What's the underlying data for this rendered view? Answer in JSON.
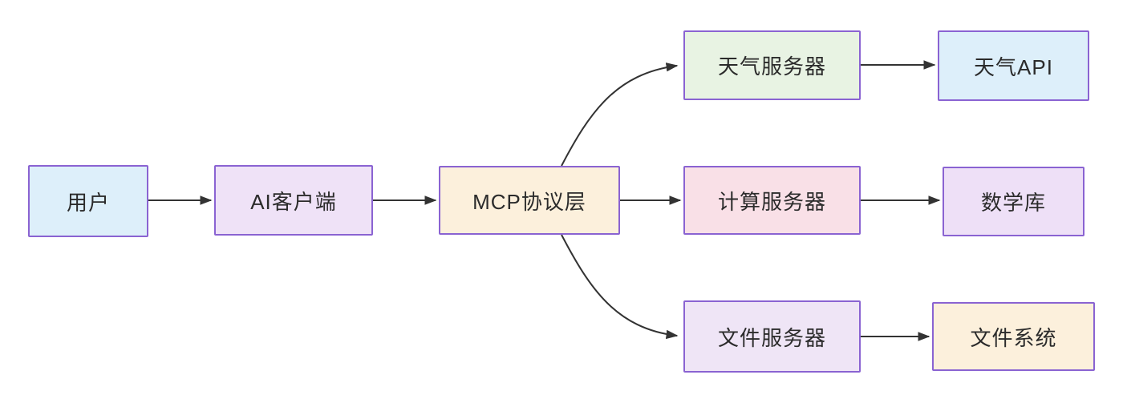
{
  "diagram": {
    "type": "flowchart",
    "direction": "left-to-right",
    "arrow_color": "#333333",
    "text_color": "#2b2b2b",
    "node_border_color": "#8a63d2",
    "nodes": [
      {
        "id": "user",
        "label": "用户",
        "bg": "#ddeffa",
        "border": "#8a63d2"
      },
      {
        "id": "ai-client",
        "label": "AI客户端",
        "bg": "#efe2f7",
        "border": "#8a63d2"
      },
      {
        "id": "mcp-layer",
        "label": "MCP协议层",
        "bg": "#fcf0dc",
        "border": "#8a63d2"
      },
      {
        "id": "weather-server",
        "label": "天气服务器",
        "bg": "#e8f3e3",
        "border": "#8a63d2"
      },
      {
        "id": "weather-api",
        "label": "天气API",
        "bg": "#ddeffa",
        "border": "#8a63d2"
      },
      {
        "id": "compute-server",
        "label": "计算服务器",
        "bg": "#f9e0e7",
        "border": "#8a63d2"
      },
      {
        "id": "math-lib",
        "label": "数学库",
        "bg": "#eee0f7",
        "border": "#8a63d2"
      },
      {
        "id": "file-server",
        "label": "文件服务器",
        "bg": "#efe5f6",
        "border": "#8a63d2"
      },
      {
        "id": "file-system",
        "label": "文件系统",
        "bg": "#fcf0dc",
        "border": "#8a63d2"
      }
    ],
    "edges": [
      {
        "from": "用户",
        "to": "AI客户端"
      },
      {
        "from": "AI客户端",
        "to": "MCP协议层"
      },
      {
        "from": "MCP协议层",
        "to": "天气服务器"
      },
      {
        "from": "MCP协议层",
        "to": "计算服务器"
      },
      {
        "from": "MCP协议层",
        "to": "文件服务器"
      },
      {
        "from": "天气服务器",
        "to": "天气API"
      },
      {
        "from": "计算服务器",
        "to": "数学库"
      },
      {
        "from": "文件服务器",
        "to": "文件系统"
      }
    ]
  }
}
